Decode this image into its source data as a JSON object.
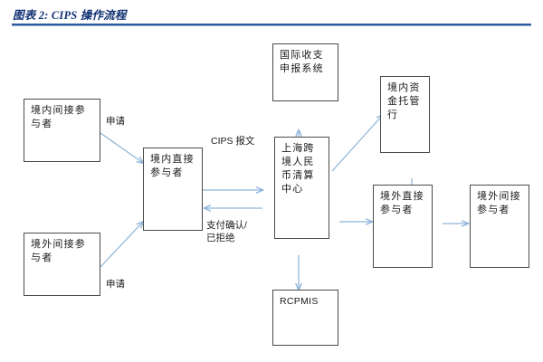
{
  "figure": {
    "title": "图表 2: CIPS 操作流程",
    "title_color": "#123274",
    "rule_color": "#2E5C9E",
    "arrow_color": "#8FB4D9",
    "box_border_color": "#4a4a4a"
  },
  "nodes": {
    "domestic_indirect": "境内间接参与者",
    "overseas_indirect_left": "境外间接参与者",
    "domestic_direct": "境内直接参与者",
    "bop_system": "国际收支申报系统",
    "clearing_center": "上海跨境人民币清算中心",
    "rcpmis": "RCPMIS",
    "domestic_custodian": "境内资金托管行",
    "overseas_direct": "境外直接参与者",
    "overseas_indirect_right": "境外间接参与者"
  },
  "edge_labels": {
    "apply_top": "申请",
    "apply_bottom": "申请",
    "cips_message": "CIPS 报文",
    "payment_confirm": "支付确认/\n已拒绝",
    "payment_confirm_line1": "支付确认/",
    "payment_confirm_line2": "已拒绝"
  }
}
